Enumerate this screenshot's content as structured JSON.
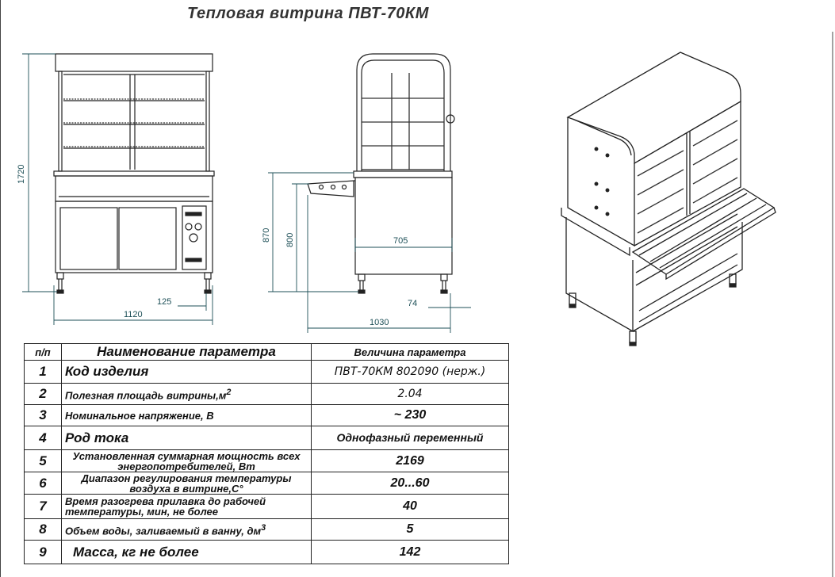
{
  "title": "Тепловая витрина  ПВТ-70КМ",
  "dimensions": {
    "height_total": "1720",
    "width_front": "1120",
    "leg_offset_front": "125",
    "height_counter": "870",
    "height_work": "800",
    "depth_body": "705",
    "depth_total": "1030",
    "leg_offset_side": "74"
  },
  "table": {
    "header": {
      "num": "п/п",
      "param": "Наименование параметра",
      "value": "Величина параметра"
    },
    "rows": [
      {
        "num": "1",
        "param": "Код изделия",
        "value": "ПВТ-70КМ     802090 (нерж.)"
      },
      {
        "num": "2",
        "param": "Полезная площадь витрины,м",
        "sup": "2",
        "value": "2.04"
      },
      {
        "num": "3",
        "param": "Номинальное напряжение, В",
        "value": "~ 230"
      },
      {
        "num": "4",
        "param": "Род тока",
        "value": "Однофазный переменный"
      },
      {
        "num": "5",
        "param": "Установленная суммарная мощность всех энергопотребителей, Вт",
        "value": "2169"
      },
      {
        "num": "6",
        "param": "Диапазон регулирования температуры воздуха в витрине,С°",
        "value": "20...60"
      },
      {
        "num": "7",
        "param": "Время разогрева прилавка до рабочей температуры, мин, не более",
        "value": "40"
      },
      {
        "num": "8",
        "param": "Объем воды, заливаемый в ванну, дм",
        "sup": "3",
        "value": "5"
      },
      {
        "num": "9",
        "param": "Масса, кг  не более",
        "value": "142"
      }
    ]
  }
}
